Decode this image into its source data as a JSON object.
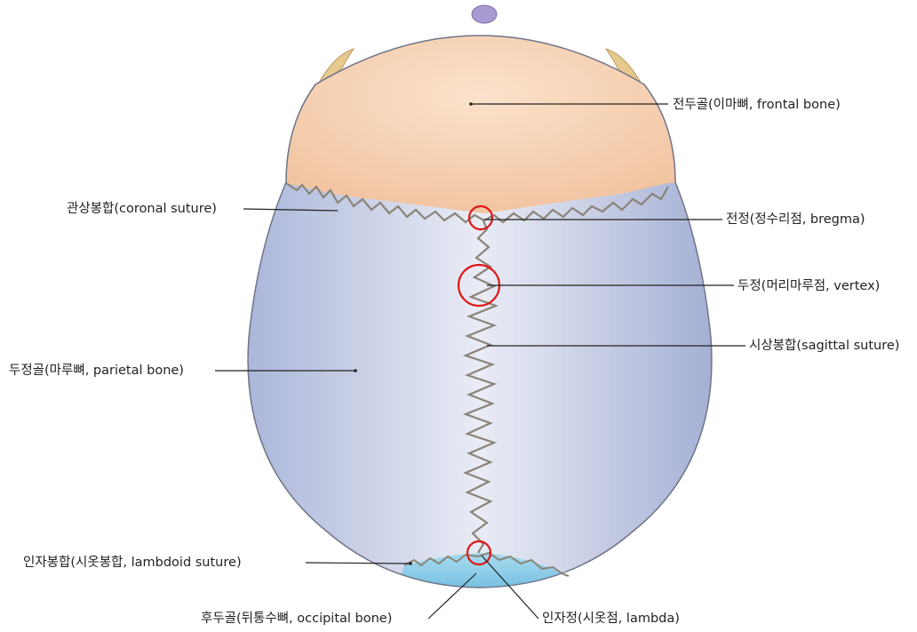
{
  "labels": {
    "frontal_bone": "전두골(이마뼈, frontal bone)",
    "coronal_suture": "관상봉합(coronal suture)",
    "bregma": "전정(정수리점, bregma)",
    "vertex": "두정(머리마루점, vertex)",
    "sagittal_suture": "시상봉합(sagittal suture)",
    "parietal_bone": "두정골(마루뼈, parietal bone)",
    "lambdoid_suture": "인자봉합(시옷봉합, lambdoid suture)",
    "occipital_bone": "후두골(뒤통수뼈, occipital bone)",
    "lambda": "인자정(시옷점, lambda)"
  },
  "colors": {
    "frontal_bone": "#f2c9a8",
    "parietal_bone": "#b9c3e0",
    "occipital_bone": "#8ccbe6",
    "temporal_accent": "#e6c98e",
    "marker_circle": "#e01818",
    "leader_line": "#222222",
    "suture": "#8a8478"
  }
}
